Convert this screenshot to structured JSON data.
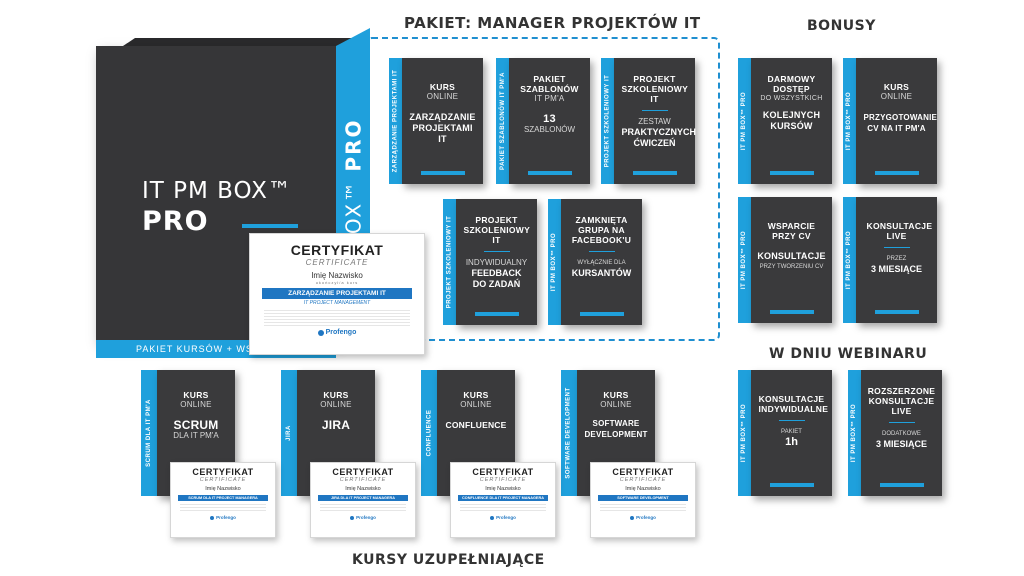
{
  "headings": {
    "package": "PAKIET: MANAGER PROJEKTÓW IT",
    "bonuses": "BONUSY",
    "webinar": "W DNIU WEBINARU",
    "courses": "KURSY UZUPEŁNIAJĄCE"
  },
  "main_box": {
    "title": "IT PM BOX™",
    "subtitle": "PRO",
    "band": "PAKIET KURSÓW + WSK",
    "side_light": "BOX™",
    "side_bold": "PRO"
  },
  "main_certificate": {
    "title": "CERTYFIKAT",
    "subtitle": "CERTIFICATE",
    "name": "Imię Nazwisko",
    "small": "ukończył/a kurs",
    "course": "ZARZĄDZANIE PROJEKTAMI IT",
    "course_en": "IT PROJECT MANAGEMENT",
    "logo": "Profengo"
  },
  "package_boxes": [
    {
      "spine": "ZARZĄDZANIE PROJEKTAMI IT",
      "t1": "KURS",
      "t2": "ONLINE",
      "t3": "ZARZĄDZANIE PROJEKTAMI IT",
      "t4": "",
      "t5": ""
    },
    {
      "spine": "PAKIET SZABLONÓW IT PM'A",
      "t1": "PAKIET SZABLONÓW",
      "t2": "IT PM'A",
      "t3": "13",
      "t4": "SZABLONÓW",
      "t5": ""
    },
    {
      "spine": "PROJEKT SZKOLENIOWY IT",
      "t1": "PROJEKT SZKOLENIOWY IT",
      "t2": "",
      "t3": "",
      "t4": "ZESTAW",
      "t5": "PRAKTYCZNYCH ĆWICZEŃ"
    },
    {
      "spine": "PROJEKT SZKOLENIOWY IT",
      "t1": "PROJEKT SZKOLENIOWY IT",
      "t2": "",
      "t3": "",
      "t4": "INDYWIDUALNY",
      "t5": "FEEDBACK DO ZADAŃ"
    },
    {
      "spine": "IT PM BOX™ PRO",
      "t1": "ZAMKNIĘTA GRUPA NA FACEBOOK'U",
      "t2": "",
      "t3": "",
      "t4": "WYŁĄCZNIE DLA",
      "t5": "KURSANTÓW"
    }
  ],
  "bonus_boxes": [
    {
      "spine": "IT PM BOX™ PRO",
      "t1": "DARMOWY DOSTĘP",
      "t2": "DO WSZYSTKICH",
      "t3": "KOLEJNYCH KURSÓW",
      "t4": "",
      "t5": ""
    },
    {
      "spine": "IT PM BOX™ PRO",
      "t1": "KURS",
      "t2": "ONLINE",
      "t3": "PRZYGOTOWANIE CV NA IT PM'A",
      "t4": "",
      "t5": ""
    },
    {
      "spine": "IT PM BOX™ PRO",
      "t1": "WSPARCIE PRZY CV",
      "t2": "",
      "t3": "KONSULTACJE",
      "t4": "PRZY TWORZENIU CV",
      "t5": ""
    },
    {
      "spine": "IT PM BOX™ PRO",
      "t1": "KONSULTACJE LIVE",
      "t2": "",
      "t3": "",
      "t4": "PRZEZ",
      "t5": "3 MIESIĄCE"
    }
  ],
  "webinar_boxes": [
    {
      "spine": "IT PM BOX™ PRO",
      "t1": "KONSULTACJE INDYWIDUALNE",
      "t2": "",
      "t3": "",
      "t4": "PAKIET",
      "t5": "1h"
    },
    {
      "spine": "IT PM BOX™ PRO",
      "t1": "ROZSZERZONE KONSULTACJE LIVE",
      "t2": "",
      "t3": "",
      "t4": "DODATKOWE",
      "t5": "3 MIESIĄCE"
    }
  ],
  "course_boxes": [
    {
      "spine": "SCRUM DLA IT PM'A",
      "t1": "KURS",
      "t2": "ONLINE",
      "t3": "SCRUM",
      "t4": "DLA IT PM'A",
      "t5": ""
    },
    {
      "spine": "JIRA",
      "t1": "KURS",
      "t2": "ONLINE",
      "t3": "JIRA",
      "t4": "",
      "t5": ""
    },
    {
      "spine": "CONFLUENCE",
      "t1": "KURS",
      "t2": "ONLINE",
      "t3": "CONFLUENCE",
      "t4": "",
      "t5": ""
    },
    {
      "spine": "SOFTWARE DEVELOPMENT",
      "t1": "KURS",
      "t2": "ONLINE",
      "t3": "SOFTWARE DEVELOPMENT",
      "t4": "",
      "t5": ""
    }
  ],
  "course_certificates": [
    {
      "title": "CERTYFIKAT",
      "subtitle": "CERTIFICATE",
      "name": "Imię Nazwisko",
      "course": "SCRUM DLA IT PROJECT MANAGERA",
      "logo": "Profengo"
    },
    {
      "title": "CERTYFIKAT",
      "subtitle": "CERTIFICATE",
      "name": "Imię Nazwisko",
      "course": "JIRA DLA IT PROJECT MANAGERA",
      "logo": "Profengo"
    },
    {
      "title": "CERTYFIKAT",
      "subtitle": "CERTIFICATE",
      "name": "Imię Nazwisko",
      "course": "CONFLUENCE DLA IT PROJECT MANAGERA",
      "logo": "Profengo"
    },
    {
      "title": "CERTYFIKAT",
      "subtitle": "CERTIFICATE",
      "name": "Imię Nazwisko",
      "course": "SOFTWARE DEVELOPMENT",
      "logo": "Profengo"
    }
  ],
  "colors": {
    "accent": "#1fa0dc",
    "box": "#3a3a3c",
    "heading": "#333333",
    "cert_band": "#1f76c2"
  }
}
